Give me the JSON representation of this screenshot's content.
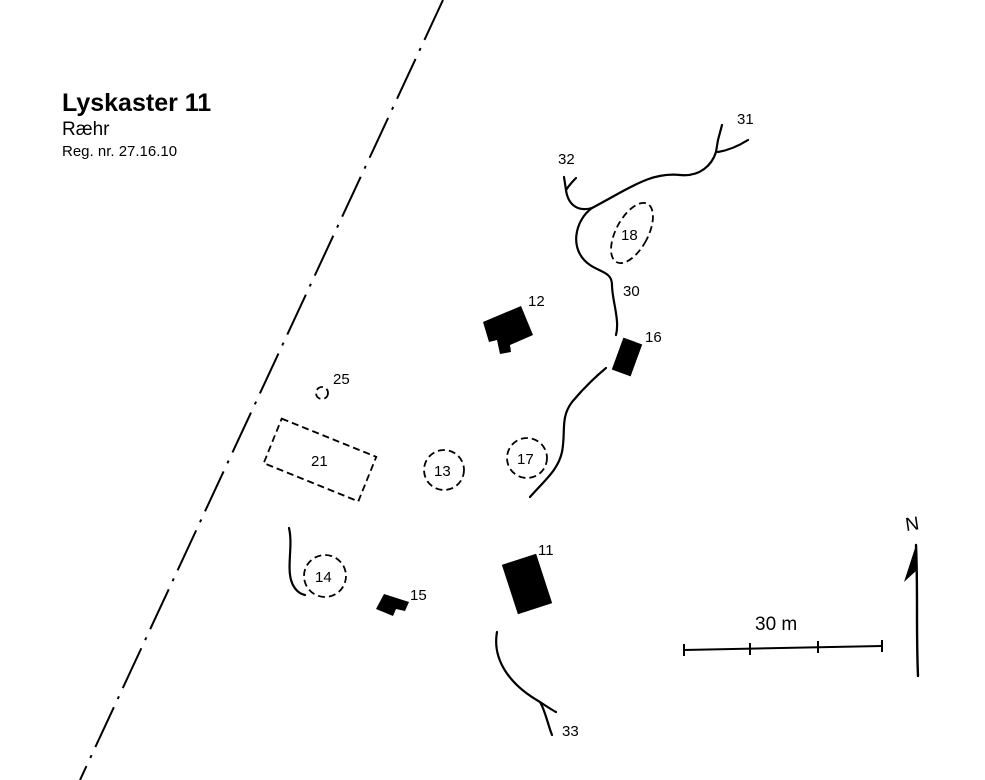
{
  "title": "Lyskaster 11",
  "subtitle": "Ræhr",
  "registration": "Reg. nr. 27.16.10",
  "scale_label": "30 m",
  "north_label": "N",
  "features": {
    "building_11": "11",
    "building_12": "12",
    "pit_13": "13",
    "pit_14": "14",
    "building_15": "15",
    "building_16": "16",
    "pit_17": "17",
    "pit_18": "18",
    "enclosure_21": "21",
    "pit_25": "25",
    "track_30": "30",
    "track_31": "31",
    "track_32": "32",
    "track_33": "33"
  },
  "colors": {
    "ink": "#000000",
    "paper": "#ffffff"
  }
}
